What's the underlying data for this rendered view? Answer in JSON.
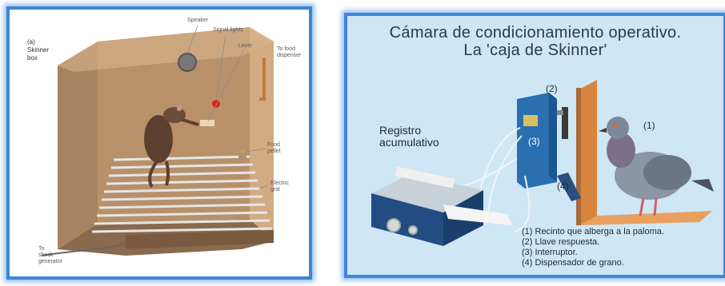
{
  "left": {
    "title": "(a)\nSkinner\nbox",
    "labels": {
      "speaker": "Speaker",
      "signal_lights": "Signal lights",
      "lever": "Lever",
      "to_food_dispenser": "To food\ndispenser",
      "food_pellet": "Food\npellet",
      "electric_grid": "Electric\ngrid",
      "to_shock_generator": "To\nshock\ngenerator"
    }
  },
  "right": {
    "title_line1": "Cámara de condicionamiento operativo.",
    "title_line2": "La 'caja de Skinner'",
    "registro": "Registro\nacumulativo",
    "marker_1": "(1)",
    "marker_2": "(2)",
    "marker_3": "(3)",
    "marker_4": "(4)",
    "legend": [
      "(1) Recinto que alberga a la paloma.",
      "(2) Llave respuesta.",
      "(3) Interruptor.",
      "(4) Dispensador de grano."
    ]
  },
  "colors": {
    "frame_blue": "#3d86d8",
    "box_tan": "#c9a27a",
    "right_bg": "#cfe6f4",
    "device_blue": "#2a6fb0",
    "copper": "#c47a3a"
  }
}
